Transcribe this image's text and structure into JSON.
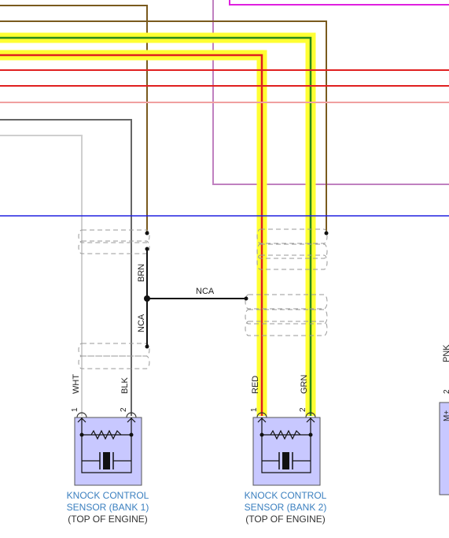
{
  "colors": {
    "brown": "#7a5a1e",
    "green": "#2a8a1a",
    "red": "#e02020",
    "pink": "#f0a0a0",
    "gray": "#666666",
    "light_gray": "#cfcfcf",
    "blue": "#2020e0",
    "magenta": "#e020e0",
    "purple": "#c080c0",
    "highlight": "#ffff33",
    "sensor_fill": "#c8c8ff",
    "caption_blue": "#3a7fbf"
  },
  "wires": {
    "brn": "BRN",
    "nca_vertical": "NCA",
    "nca_horizontal": "NCA",
    "wht": "WHT",
    "blk": "BLK",
    "red": "RED",
    "grn": "GRN",
    "pnk_partial": "PNK"
  },
  "sensors": [
    {
      "name": "KNOCK CONTROL",
      "name2": "SENSOR (BANK 1)",
      "location": "(TOP OF ENGINE)",
      "pins": [
        "1",
        "2"
      ]
    },
    {
      "name": "KNOCK CONTROL",
      "name2": "SENSOR (BANK 2)",
      "location": "(TOP OF ENGINE)",
      "pins": [
        "1",
        "2"
      ]
    }
  ],
  "partial_component": {
    "pin": "2",
    "label": "M+"
  }
}
